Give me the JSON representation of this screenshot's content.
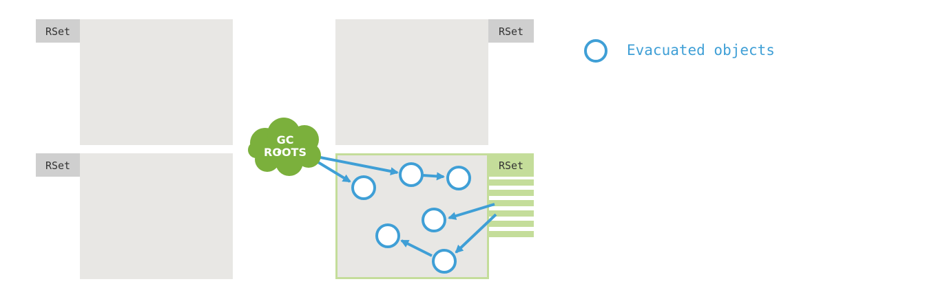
{
  "diagram": {
    "rset_label": "RSet",
    "gc_roots": {
      "line1": "GC",
      "line2": "ROOTS"
    },
    "legend": {
      "label": "Evacuated objects"
    },
    "colors": {
      "region_fill": "#e8e7e4",
      "rset_tag": "#cfcfcf",
      "collection_set_border": "#c4dd9a",
      "collection_set_rset": "#c4dd9a",
      "gc_roots_cloud": "#7bb03c",
      "object_stroke": "#3f9fd6",
      "arrow": "#3f9fd6",
      "legend_text": "#3f9fd6"
    }
  }
}
